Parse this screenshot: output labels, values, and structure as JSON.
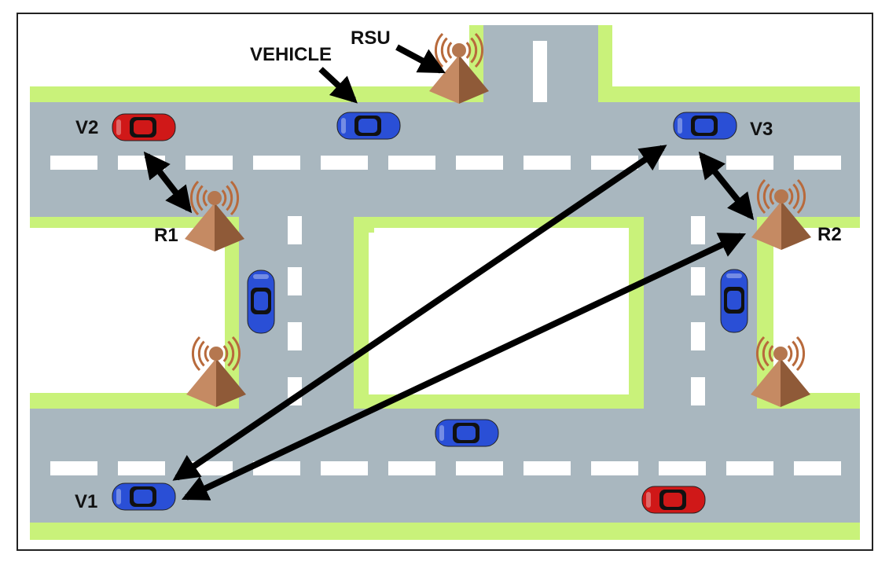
{
  "labels": {
    "rsu": "RSU",
    "vehicle": "VEHICLE",
    "v1": "V1",
    "v2": "V2",
    "v3": "V3",
    "r1": "R1",
    "r2": "R2"
  },
  "colors": {
    "road": "#a9b7bf",
    "curb": "#c9f27a",
    "lane_mark": "#ffffff",
    "car_blue": "#2a4fd6",
    "car_red": "#d01818",
    "rsu_body": "#b5774f",
    "rsu_waves": "#b86a3c",
    "arrow": "#000000"
  },
  "icons": [
    "car-icon",
    "rsu-tower-icon"
  ]
}
